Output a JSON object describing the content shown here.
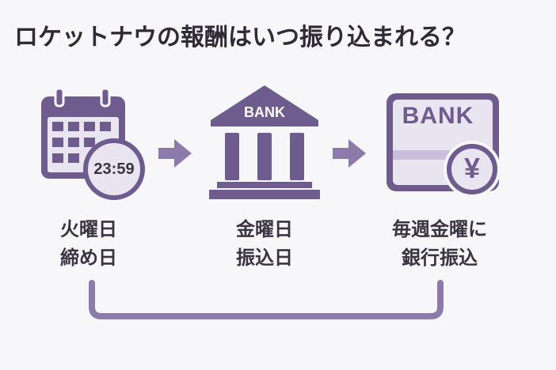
{
  "title": "ロケットナウの報酬はいつ振り込まれる？",
  "colors": {
    "accent": "#6e5c8e",
    "accent_light": "#e8e4f0",
    "arrow": "#8c7aab",
    "bracket": "#8c7aab",
    "text": "#2f2a36"
  },
  "steps": [
    {
      "icon": "calendar-clock-icon",
      "clock_text": "23:59",
      "line1": "火曜日",
      "line2": "締め日"
    },
    {
      "icon": "bank-building-icon",
      "sign_text": "BANK",
      "line1": "金曜日",
      "line2": "振込日"
    },
    {
      "icon": "bank-card-yen-icon",
      "card_text": "BANK",
      "coin_text": "¥",
      "line1": "毎週金曜に",
      "line2": "銀行振込"
    }
  ]
}
